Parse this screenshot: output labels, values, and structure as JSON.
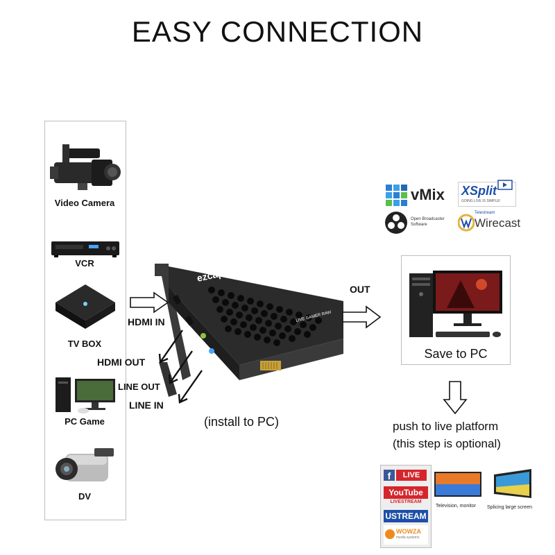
{
  "title": "EASY CONNECTION",
  "devices": [
    {
      "label": "Video Camera",
      "icon": "video-camera-icon"
    },
    {
      "label": "VCR",
      "icon": "vcr-icon"
    },
    {
      "label": "TV  BOX",
      "icon": "tv-box-icon"
    },
    {
      "label": "PC  Game",
      "icon": "pc-game-icon"
    },
    {
      "label": "DV",
      "icon": "dv-camcorder-icon"
    }
  ],
  "ports": {
    "hdmi_in": "HDMI IN",
    "hdmi_out": "HDMI OUT",
    "line_out": "LINE OUT",
    "line_in": "LINE IN",
    "out": "OUT"
  },
  "card": {
    "brand": "ezcap",
    "model": "LIVE GAMER RAW",
    "caption": "(install to PC)"
  },
  "software": {
    "vmix": "vMix",
    "xsplit": "XSplit",
    "xsplit_tagline": "GOING LIVE IS SIMPLE!",
    "obs_line1": "Open Broadcaster",
    "obs_line2": "Software",
    "wirecast_top": "Telestream",
    "wirecast": "Wirecast"
  },
  "pc": {
    "label": "Save to PC"
  },
  "push": {
    "line1": "push to live platform",
    "line2": "(this step is optional)"
  },
  "platforms": {
    "fb_live": "LIVE",
    "youtube": "YouTube",
    "livestream": "LIVESTREAM",
    "ustream": "USTREAM",
    "wowza": "WOWZA",
    "wowza_sub": "media systems",
    "tv_caption": "Television, monitor",
    "splice_caption": "Splicing large screen"
  },
  "colors": {
    "accent_red": "#d4262c",
    "facebook_blue": "#3b5998",
    "card_dark": "#2b2b2b"
  }
}
